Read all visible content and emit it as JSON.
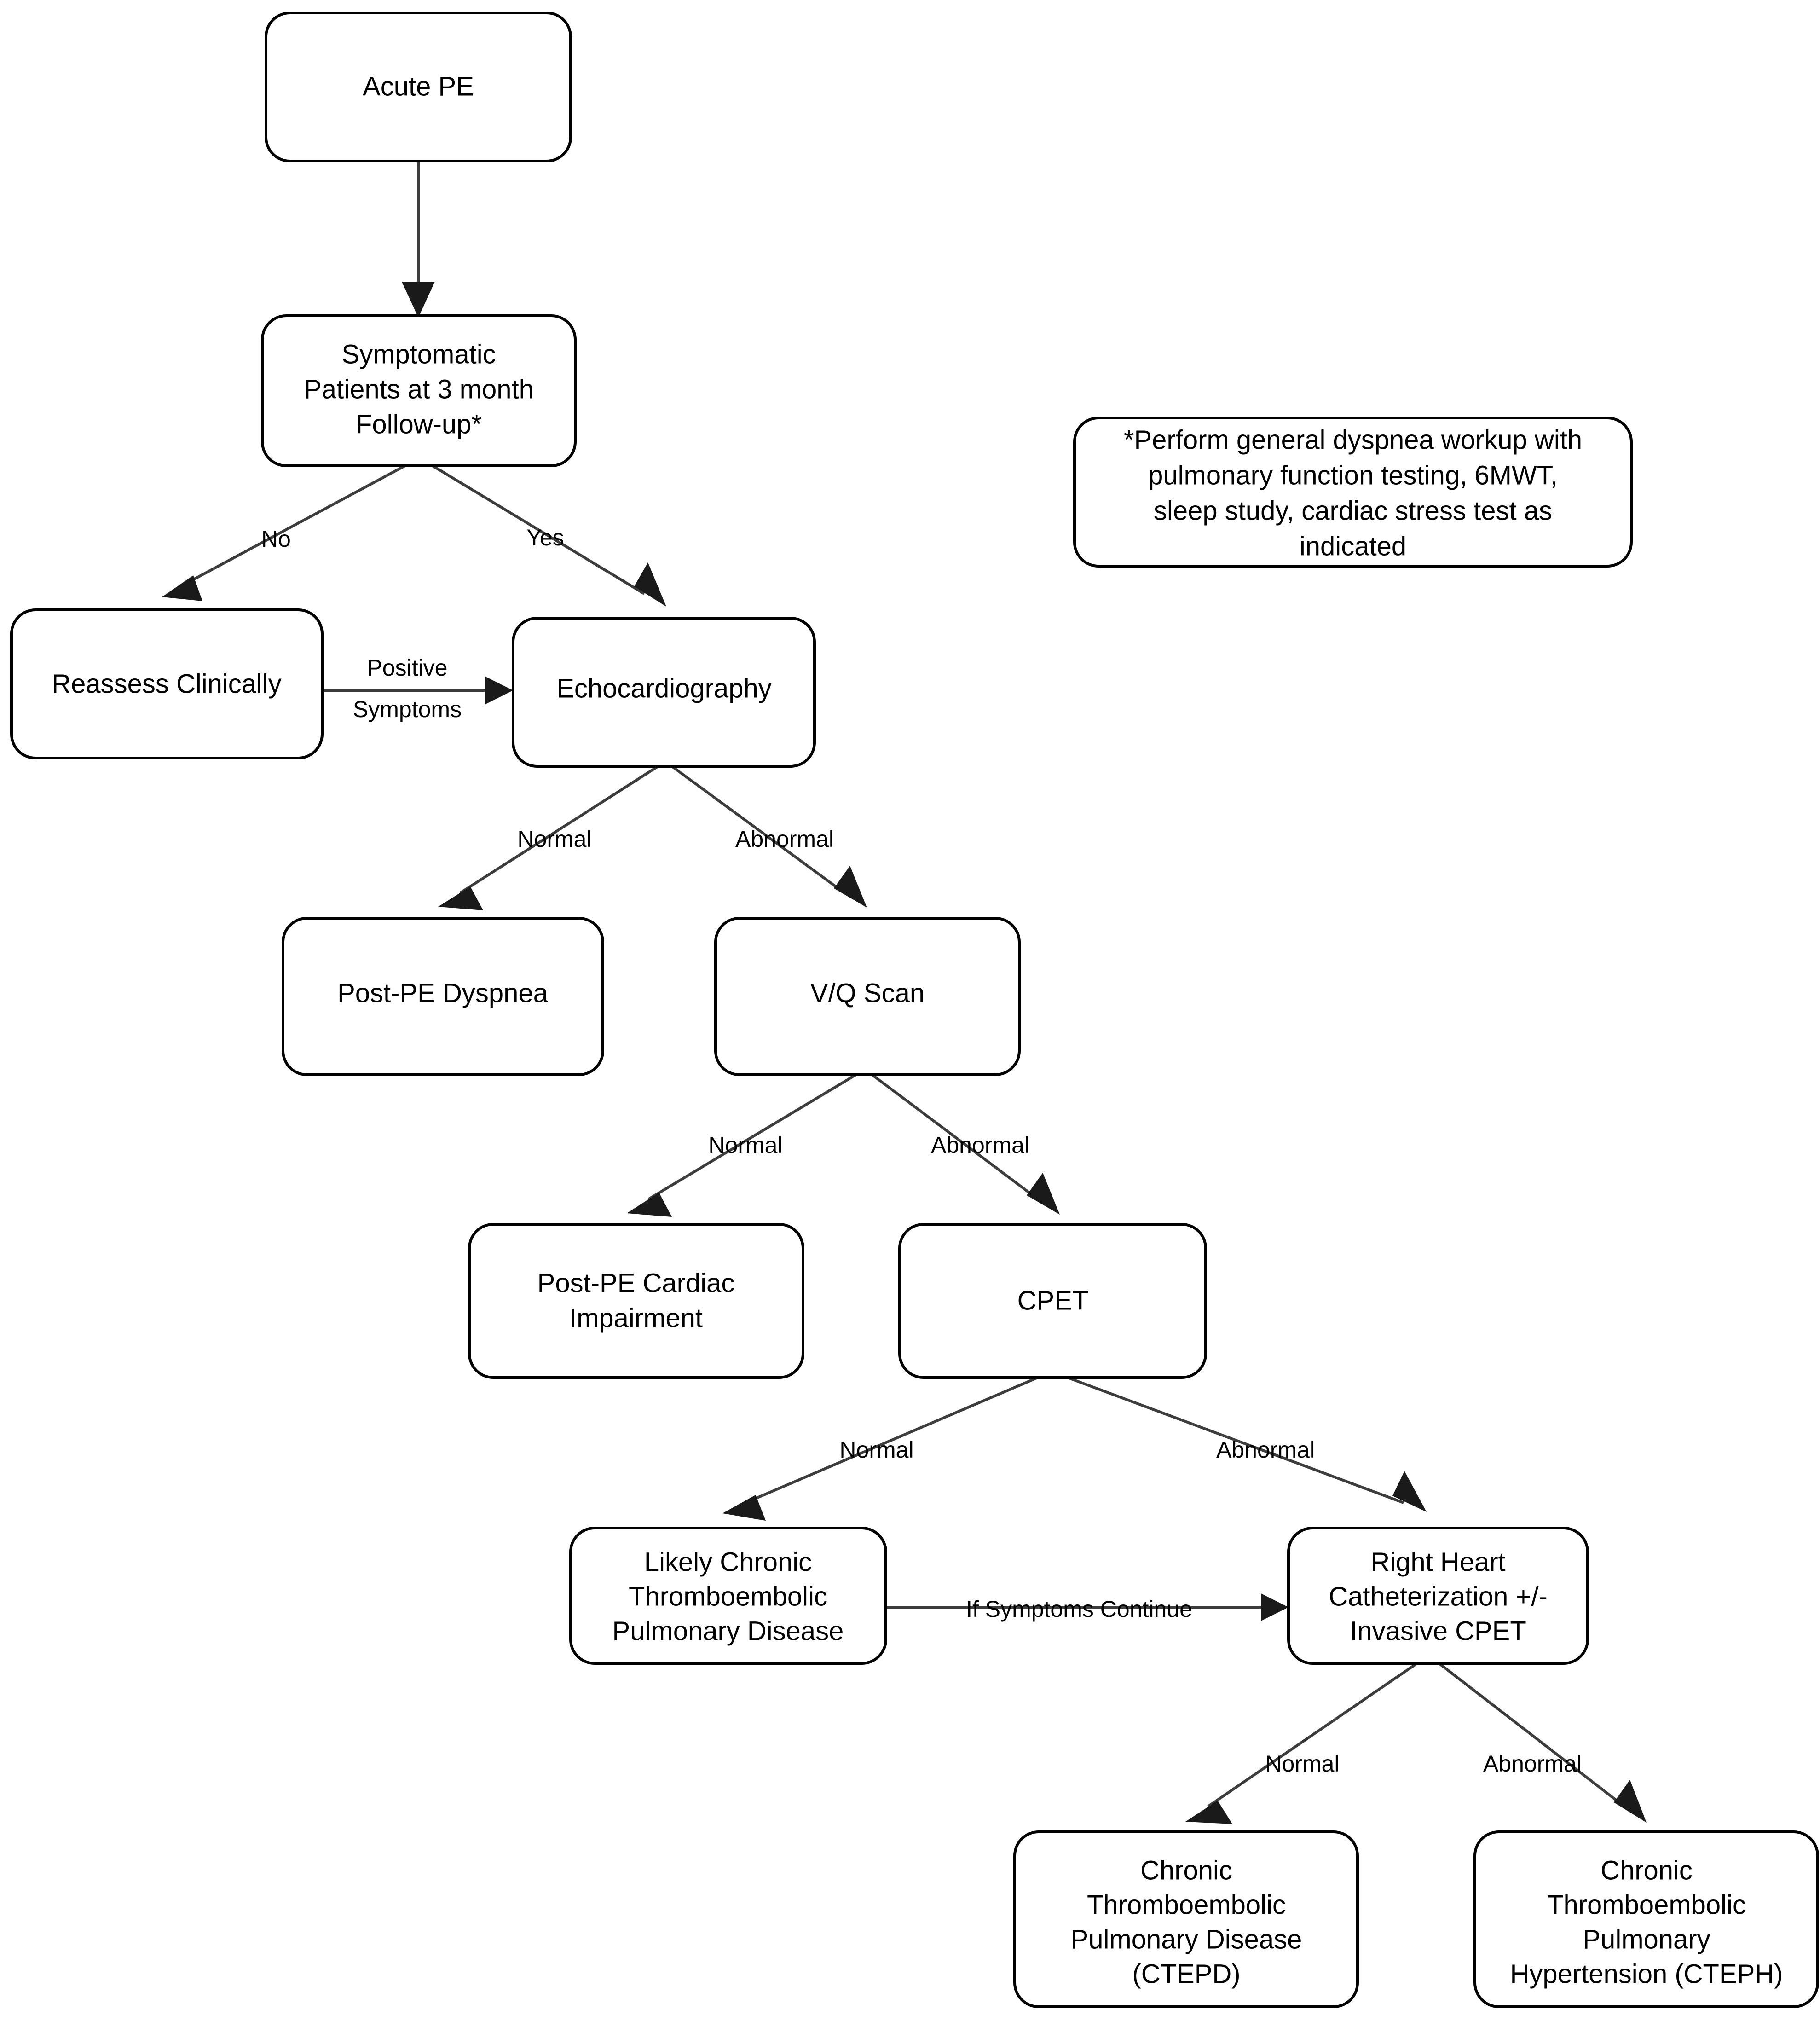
{
  "chart_data": {
    "type": "diagram",
    "title": "Diagnostic algorithm for persistent symptoms after acute pulmonary embolism",
    "nodes": [
      {
        "id": "acute_pe",
        "label": "Acute PE",
        "lines": [
          "Acute PE"
        ]
      },
      {
        "id": "symptomatic",
        "label": "Symptomatic Patients at 3 month Follow-up*",
        "lines": [
          "Symptomatic",
          "Patients at 3 month",
          "Follow-up*"
        ]
      },
      {
        "id": "reassess",
        "label": "Reassess Clinically",
        "lines": [
          "Reassess Clinically"
        ]
      },
      {
        "id": "echo",
        "label": "Echocardiography",
        "lines": [
          "Echocardiography"
        ]
      },
      {
        "id": "post_pe_dysp",
        "label": "Post-PE Dyspnea",
        "lines": [
          "Post-PE Dyspnea"
        ]
      },
      {
        "id": "vq_scan",
        "label": "V/Q Scan",
        "lines": [
          "V/Q Scan"
        ]
      },
      {
        "id": "post_pe_card",
        "label": "Post-PE Cardiac Impairment",
        "lines": [
          "Post-PE Cardiac",
          "Impairment"
        ]
      },
      {
        "id": "cpet",
        "label": "CPET",
        "lines": [
          "CPET"
        ]
      },
      {
        "id": "likely_ctepd",
        "label": "Likely Chronic Thromboembolic Pulmonary Disease",
        "lines": [
          "Likely Chronic",
          "Thromboembolic",
          "Pulmonary Disease"
        ]
      },
      {
        "id": "rhc",
        "label": "Right Heart Catheterization +/- Invasive CPET",
        "lines": [
          "Right Heart",
          "Catheterization +/-",
          "Invasive CPET"
        ]
      },
      {
        "id": "ctepd",
        "label": "Chronic Thromboembolic Pulmonary Disease (CTEPD)",
        "lines": [
          "Chronic",
          "Thromboembolic",
          "Pulmonary Disease",
          "(CTEPD)"
        ]
      },
      {
        "id": "cteph",
        "label": "Chronic Thromboembolic Pulmonary Hypertension (CTEPH)",
        "lines": [
          "Chronic",
          "Thromboembolic",
          "Pulmonary",
          "Hypertension (CTEPH)"
        ]
      }
    ],
    "note": {
      "id": "footnote",
      "label": "*Perform general dyspnea workup with pulmonary function testing, 6MWT, sleep study, cardiac stress test as indicated",
      "lines": [
        "*Perform general dyspnea workup with",
        "pulmonary function testing, 6MWT,",
        "sleep study, cardiac stress test as",
        "indicated"
      ]
    },
    "edges": [
      {
        "id": "e1",
        "from": "acute_pe",
        "to": "symptomatic",
        "label": ""
      },
      {
        "id": "e2",
        "from": "symptomatic",
        "to": "reassess",
        "label": "No"
      },
      {
        "id": "e3",
        "from": "symptomatic",
        "to": "echo",
        "label": "Yes"
      },
      {
        "id": "e4",
        "from": "reassess",
        "to": "echo",
        "label": "Positive Symptoms",
        "label_lines": [
          "Positive",
          "Symptoms"
        ]
      },
      {
        "id": "e5",
        "from": "echo",
        "to": "post_pe_dysp",
        "label": "Normal"
      },
      {
        "id": "e6",
        "from": "echo",
        "to": "vq_scan",
        "label": "Abnormal"
      },
      {
        "id": "e7",
        "from": "vq_scan",
        "to": "post_pe_card",
        "label": "Normal"
      },
      {
        "id": "e8",
        "from": "vq_scan",
        "to": "cpet",
        "label": "Abnormal"
      },
      {
        "id": "e9",
        "from": "cpet",
        "to": "likely_ctepd",
        "label": "Normal"
      },
      {
        "id": "e10",
        "from": "cpet",
        "to": "rhc",
        "label": "Abnormal"
      },
      {
        "id": "e11",
        "from": "likely_ctepd",
        "to": "rhc",
        "label": "If Symptoms Continue"
      },
      {
        "id": "e12",
        "from": "rhc",
        "to": "ctepd",
        "label": "Normal"
      },
      {
        "id": "e13",
        "from": "rhc",
        "to": "cteph",
        "label": "Abnormal"
      }
    ],
    "colors": {
      "background": "#ffffff",
      "node_fill": "#ffffff",
      "node_stroke": "#000000",
      "edge_stroke": "#3d3d3d",
      "text": "#000000"
    }
  },
  "nodes": {
    "acute_pe": {
      "line1": "Acute PE"
    },
    "symptomatic": {
      "line1": "Symptomatic",
      "line2": "Patients at 3 month",
      "line3": "Follow-up*"
    },
    "reassess": {
      "line1": "Reassess Clinically"
    },
    "echo": {
      "line1": "Echocardiography"
    },
    "post_pe_dysp": {
      "line1": "Post-PE Dyspnea"
    },
    "vq_scan": {
      "line1": "V/Q Scan"
    },
    "post_pe_card": {
      "line1": "Post-PE Cardiac",
      "line2": "Impairment"
    },
    "cpet": {
      "line1": "CPET"
    },
    "likely_ctepd": {
      "line1": "Likely Chronic",
      "line2": "Thromboembolic",
      "line3": "Pulmonary Disease"
    },
    "rhc": {
      "line1": "Right Heart",
      "line2": "Catheterization +/-",
      "line3": "Invasive CPET"
    },
    "ctepd": {
      "line1": "Chronic",
      "line2": "Thromboembolic",
      "line3": "Pulmonary Disease",
      "line4": "(CTEPD)"
    },
    "cteph": {
      "line1": "Chronic",
      "line2": "Thromboembolic",
      "line3": "Pulmonary",
      "line4": "Hypertension (CTEPH)"
    }
  },
  "note": {
    "line1": "*Perform general dyspnea workup with",
    "line2": "pulmonary function testing, 6MWT,",
    "line3": "sleep study, cardiac stress test as",
    "line4": "indicated"
  },
  "edge_labels": {
    "no": "No",
    "yes": "Yes",
    "positive_l1": "Positive",
    "positive_l2": "Symptoms",
    "echo_normal": "Normal",
    "echo_abnormal": "Abnormal",
    "vq_normal": "Normal",
    "vq_abnormal": "Abnormal",
    "cpet_normal": "Normal",
    "cpet_abnormal": "Abnormal",
    "if_symptoms_continue": "If Symptoms Continue",
    "rhc_normal": "Normal",
    "rhc_abnormal": "Abnormal"
  }
}
